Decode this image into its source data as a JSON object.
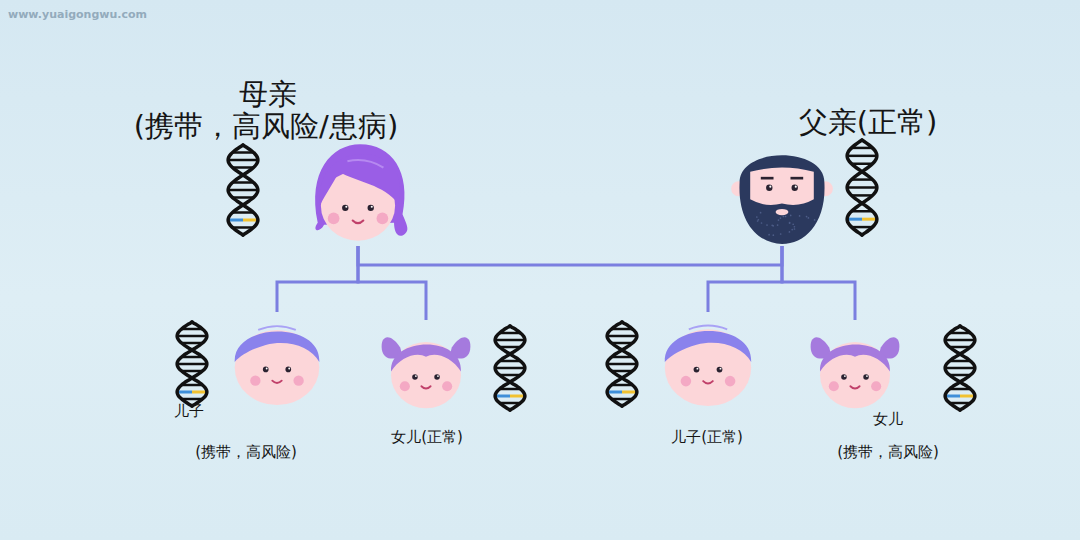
{
  "diagram": {
    "nodes": [
      {
        "text": [
          "母亲",
          "(携带，高风险/患病)"
        ]
      },
      {
        "text": [
          "父亲(正常)"
        ]
      },
      {
        "text": [
          "儿子",
          "(携带，高风险)"
        ]
      },
      {
        "text": [
          "女儿(正常)"
        ]
      },
      {
        "text": [
          "儿子(正常)"
        ]
      },
      {
        "text": [
          "女儿",
          "(携带，高风险)"
        ]
      }
    ],
    "edges": [
      {
        "from": 0,
        "to": 1,
        "arrow": "none"
      },
      {
        "from": 0,
        "to": 2,
        "arrow": "none"
      },
      {
        "from": 0,
        "to": 3,
        "arrow": "none"
      },
      {
        "from": 1,
        "to": 4,
        "arrow": "none"
      },
      {
        "from": 1,
        "to": 5,
        "arrow": "none"
      }
    ],
    "labels": [
      "www.yuaigongwu.com"
    ]
  }
}
